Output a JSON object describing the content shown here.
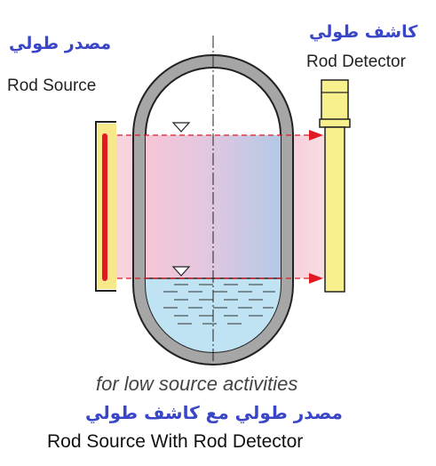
{
  "labels": {
    "source_ar": "مصدر طولي",
    "source_en": "Rod Source",
    "detector_ar": "كاشف طولي",
    "detector_en": "Rod Detector",
    "note": "for low source activities",
    "caption_ar": "مصدر طولي مع كاشف طولي",
    "caption_en": "Rod Source With Rod Detector"
  },
  "colors": {
    "vessel_wall": "#a8a8a8",
    "liquid": "#bfe3f2",
    "beam_left": "#f7c6d3",
    "beam_right": "#b9cce6",
    "source_rod": "#e11922",
    "source_housing": "#f7e98a",
    "detector": "#f7f08c",
    "arrow": "#e11922",
    "arabic_text": "#3a46c8"
  }
}
